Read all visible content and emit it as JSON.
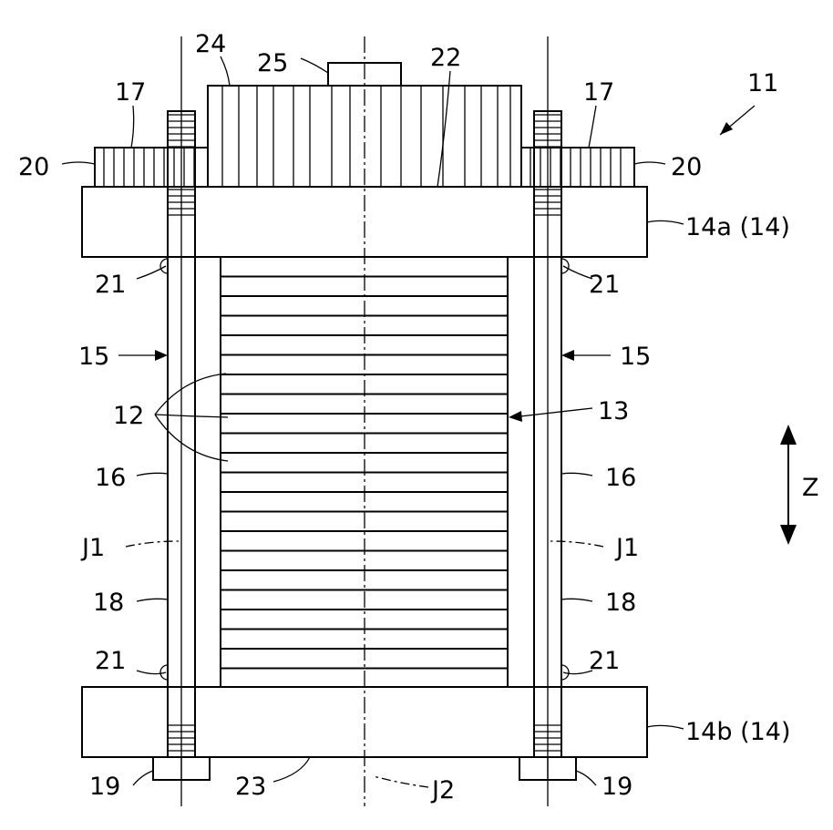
{
  "labels": {
    "ref_11": "11",
    "ref_12": "12",
    "ref_13": "13",
    "ref_14a": "14a (14)",
    "ref_14b": "14b (14)",
    "ref_15_left": "15",
    "ref_15_right": "15",
    "ref_16_left": "16",
    "ref_16_right": "16",
    "ref_17_left": "17",
    "ref_17_right": "17",
    "ref_18_left": "18",
    "ref_18_right": "18",
    "ref_19_left": "19",
    "ref_19_right": "19",
    "ref_20_left": "20",
    "ref_20_right": "20",
    "ref_21_ul": "21",
    "ref_21_ur": "21",
    "ref_21_ll": "21",
    "ref_21_lr": "21",
    "ref_22": "22",
    "ref_23": "23",
    "ref_24": "24",
    "ref_25": "25",
    "ref_j1_left": "J1",
    "ref_j1_right": "J1",
    "ref_j2": "J2",
    "ref_z": "Z"
  }
}
